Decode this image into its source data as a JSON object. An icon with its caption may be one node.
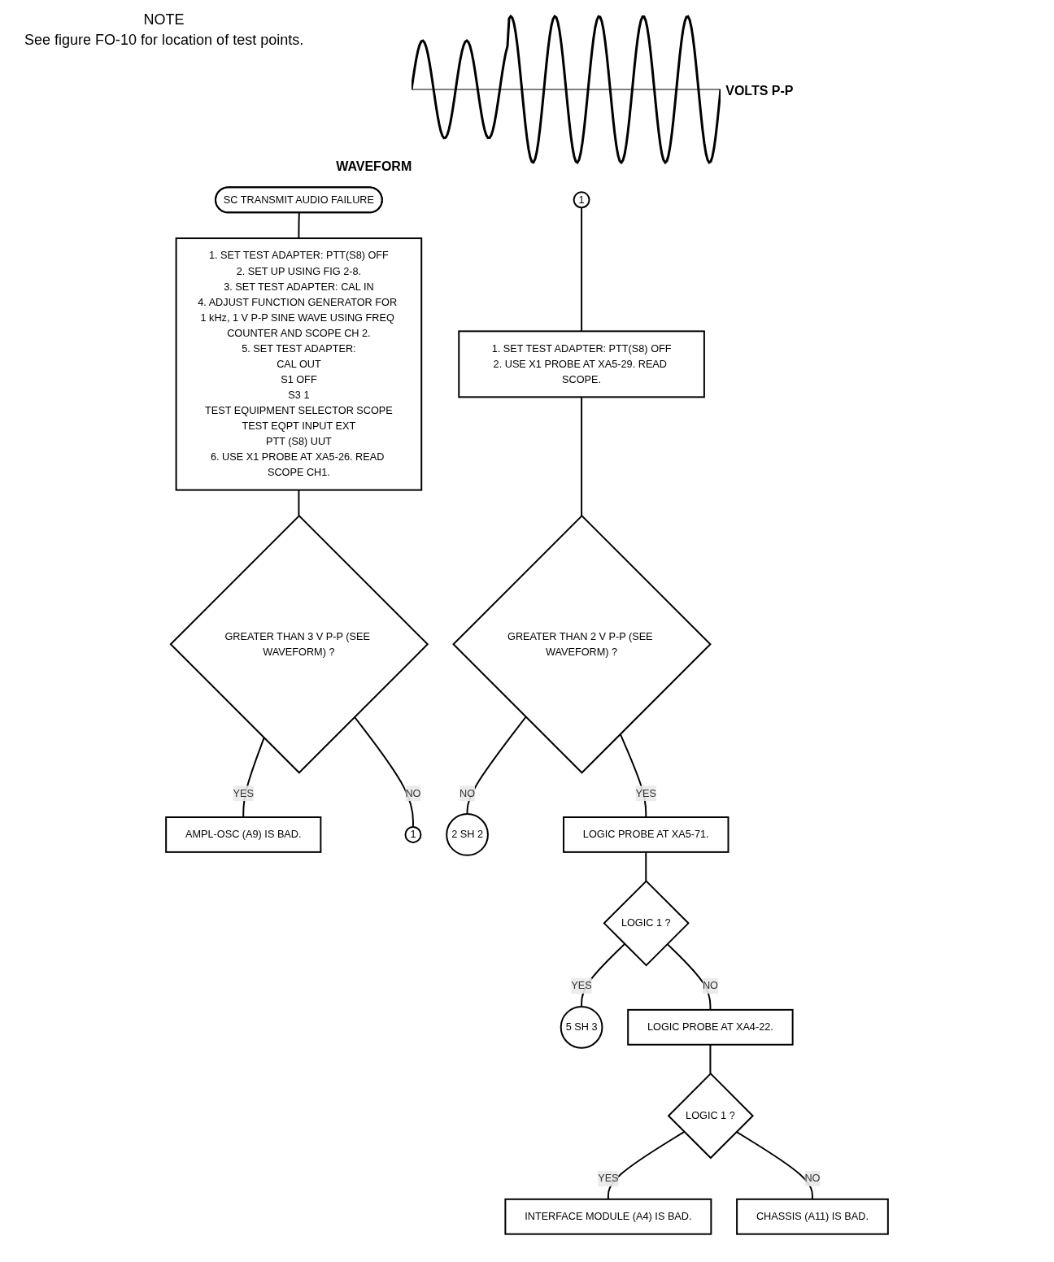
{
  "diagram": {
    "nodes": [
      {
        "text": [
          "SC TRANSMIT AUDIO FAILURE"
        ]
      },
      {
        "text": [
          "1. SET TEST ADAPTER: PTT(S8) OFF",
          "2. SET UP USING FIG 2-8.",
          "3. SET TEST ADAPTER: CAL IN",
          "4. ADJUST FUNCTION GENERATOR FOR 1 kHz, 1 V P-P SINE WAVE USING FREQ COUNTER AND SCOPE CH 2.",
          "5. SET TEST ADAPTER:",
          "CAL OUT",
          "S1 OFF",
          "S3 1",
          "TEST EQUIPMENT SELECTOR SCOPE",
          "TEST EQPT INPUT EXT",
          "PTT (S8) UUT",
          "6. USE X1 PROBE AT XA5-26. READ SCOPE CH1."
        ]
      },
      {
        "text": [
          "GREATER THAN 3 V P-P (SEE WAVEFORM) ?"
        ]
      },
      {
        "text": [
          "AMPL-OSC (A9) IS BAD."
        ]
      },
      {
        "text": [
          "1"
        ]
      },
      {
        "text": [
          "1"
        ]
      },
      {
        "text": [
          "1. SET TEST ADAPTER: PTT(S8) OFF",
          "2. USE X1 PROBE AT XA5-29. READ SCOPE."
        ]
      },
      {
        "text": [
          "GREATER THAN 2 V P-P (SEE WAVEFORM) ?"
        ]
      },
      {
        "text": [
          "2 SH 2"
        ]
      },
      {
        "text": [
          "LOGIC PROBE AT XA5-71."
        ]
      },
      {
        "text": [
          "LOGIC 1 ?"
        ]
      },
      {
        "text": [
          "5 SH 3"
        ]
      },
      {
        "text": [
          "LOGIC PROBE AT XA4-22."
        ]
      },
      {
        "text": [
          "LOGIC 1 ?"
        ]
      },
      {
        "text": [
          "INTERFACE MODULE (A4) IS BAD."
        ]
      },
      {
        "text": [
          "CHASSIS (A11) IS BAD."
        ]
      }
    ],
    "edges": [
      {
        "from": 0,
        "to": 1,
        "arrow": "none"
      },
      {
        "from": 1,
        "to": 2,
        "arrow": "none"
      },
      {
        "from": 2,
        "to": 3,
        "arrow": "none",
        "label": "YES"
      },
      {
        "from": 2,
        "to": 4,
        "arrow": "none",
        "label": "NO"
      },
      {
        "from": 5,
        "to": 6,
        "arrow": "none"
      },
      {
        "from": 6,
        "to": 7,
        "arrow": "none"
      },
      {
        "from": 7,
        "to": 8,
        "arrow": "none",
        "label": "NO"
      },
      {
        "from": 7,
        "to": 9,
        "arrow": "none",
        "label": "YES"
      },
      {
        "from": 9,
        "to": 10,
        "arrow": "none"
      },
      {
        "from": 10,
        "to": 11,
        "arrow": "none",
        "label": "YES"
      },
      {
        "from": 10,
        "to": 12,
        "arrow": "none",
        "label": "NO"
      },
      {
        "from": 12,
        "to": 13,
        "arrow": "none"
      },
      {
        "from": 13,
        "to": 14,
        "arrow": "none",
        "label": "YES"
      },
      {
        "from": 13,
        "to": 15,
        "arrow": "none",
        "label": "NO"
      }
    ],
    "labels": [
      "NOTE",
      "See figure FO-10 for location of test points.",
      "WAVEFORM",
      "VOLTS P-P"
    ]
  }
}
